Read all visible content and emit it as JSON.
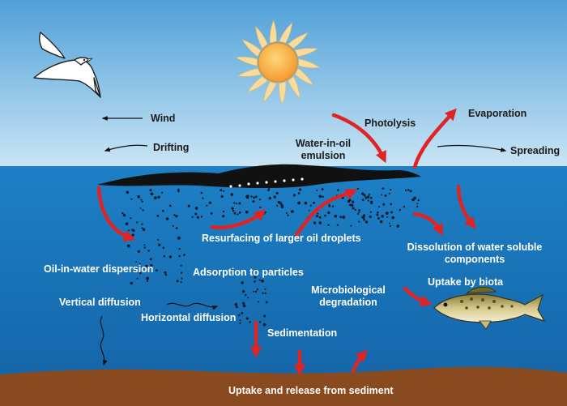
{
  "labels": {
    "wind": "Wind",
    "drifting": "Drifting",
    "photolysis": "Photolysis",
    "evaporation": "Evaporation",
    "emulsion_line1": "Water-in-oil",
    "emulsion_line2": "emulsion",
    "spreading": "Spreading",
    "resurfacing": "Resurfacing of larger oil droplets",
    "dissolution_line1": "Dissolution of water soluble",
    "dissolution_line2": "components",
    "dispersion": "Oil-in-water dispersion",
    "adsorption": "Adsorption to particles",
    "uptake_biota": "Uptake by biota",
    "microbio_line1": "Microbiological",
    "microbio_line2": "degradation",
    "vertical_diffusion": "Vertical diffusion",
    "horizontal_diffusion": "Horizontal diffusion",
    "sedimentation": "Sedimentation",
    "sediment_uptake": "Uptake and release from sediment"
  },
  "colors": {
    "sky_top": "#4fa0d8",
    "sky_bottom": "#d8edf8",
    "sea": "#1f78bd",
    "sea_deep": "#1565a8",
    "sediment": "#8a4a1f",
    "arrow_red": "#e02424",
    "oil": "#111111",
    "sun": "#f2a43a"
  },
  "icons": [
    "bird-icon",
    "sun-icon",
    "fish-icon"
  ]
}
